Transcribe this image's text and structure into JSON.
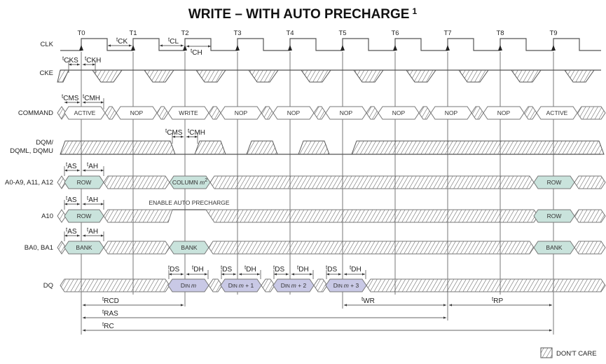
{
  "title": "WRITE – WITH AUTO PRECHARGE",
  "title_footnote": "1",
  "clock_ticks": [
    "T0",
    "T1",
    "T2",
    "T3",
    "T4",
    "T5",
    "T6",
    "T7",
    "T8",
    "T9"
  ],
  "signals": [
    {
      "id": "clk",
      "label": "CLK"
    },
    {
      "id": "cke",
      "label": "CKE"
    },
    {
      "id": "command",
      "label": "COMMAND"
    },
    {
      "id": "dqm",
      "label": "DQM/",
      "label2": "DQML, DQMU"
    },
    {
      "id": "addr",
      "label": "A0-A9, A11, A12"
    },
    {
      "id": "a10",
      "label": "A10"
    },
    {
      "id": "ba",
      "label": "BA0, BA1"
    },
    {
      "id": "dq",
      "label": "DQ"
    }
  ],
  "command_cells": [
    "ACTIVE",
    "NOP",
    "WRITE",
    "NOP",
    "NOP",
    "NOP",
    "NOP",
    "NOP",
    "NOP",
    "ACTIVE"
  ],
  "addr_cells": {
    "row": "ROW",
    "column": "COLUMN m",
    "column_sup": "2",
    "row2": "ROW"
  },
  "a10_cells": {
    "row": "ROW",
    "row2": "ROW",
    "note": "ENABLE AUTO PRECHARGE"
  },
  "ba_cells": {
    "bank": "BANK",
    "bank2": "BANK",
    "bank3": "BANK"
  },
  "dq_cells": [
    "DIN m",
    "DIN m + 1",
    "DIN m + 2",
    "DIN m + 3"
  ],
  "timing_params": {
    "tCK": "CK",
    "tCL": "CL",
    "tCH": "CH",
    "tCKS": "CKS",
    "tCKH": "CKH",
    "tCMS": "CMS",
    "tCMH": "CMH",
    "tAS": "AS",
    "tAH": "AH",
    "tDS": "DS",
    "tDH": "DH",
    "tRCD": "RCD",
    "tRAS": "RAS",
    "tRC": "RC",
    "tWR": "WR",
    "tRP": "RP"
  },
  "legend": {
    "dont_care": "DON'T CARE"
  },
  "colors": {
    "address_fill": "#c9e3dc",
    "data_fill": "#c9c9e6",
    "wave_stroke": "#555555",
    "hatch": "#555555"
  }
}
